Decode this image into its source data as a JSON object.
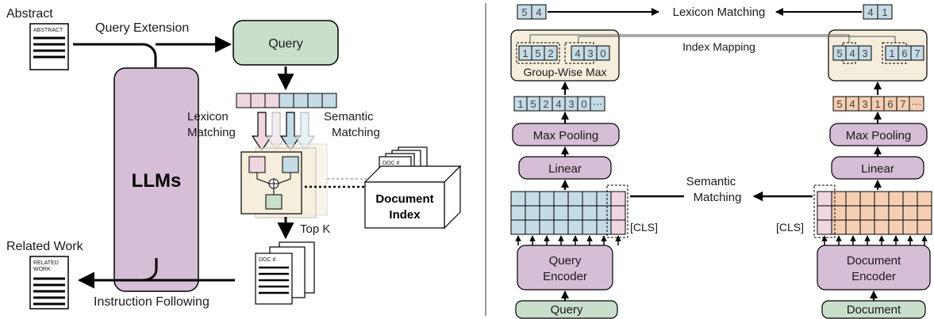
{
  "left": {
    "abstract_label": "Abstract",
    "abstract_doc_text": "ABSTRACT",
    "query_extension_label": "Query Extension",
    "query_label": "Query",
    "llms_label": "LLMs",
    "lexicon_matching_label": [
      "Lexicon",
      "Matching"
    ],
    "semantic_matching_label": [
      "Semantic",
      "Matching"
    ],
    "doc_hash_label": "DOC #",
    "document_index_label": [
      "Document",
      "Index"
    ],
    "top_k_label": "Top K",
    "related_work_label": "Related Work",
    "related_doc_text": [
      "RELATED",
      "WORK"
    ],
    "instruction_following_label": "Instruction Following"
  },
  "right": {
    "query_lexicon_ids": [
      "5",
      "4"
    ],
    "doc_lexicon_ids": [
      "4",
      "1"
    ],
    "lexicon_matching_label": "Lexicon Matching",
    "index_mapping_label": "Index Mapping",
    "query_groups": [
      [
        "1",
        "5",
        "2"
      ],
      [
        "4",
        "3",
        "0"
      ]
    ],
    "doc_groups": [
      [
        "5",
        "4",
        "3"
      ],
      [
        "1",
        "6",
        "7"
      ]
    ],
    "group_wise_max_label": "Group-Wise Max",
    "query_vector": [
      "1",
      "5",
      "2",
      "4",
      "3",
      "0",
      "⋯"
    ],
    "doc_vector": [
      "5",
      "4",
      "3",
      "1",
      "6",
      "7",
      "⋯"
    ],
    "max_pooling_label": "Max Pooling",
    "linear_label": "Linear",
    "semantic_matching_label": [
      "Semantic",
      "Matching"
    ],
    "cls_label": "[CLS]",
    "query_encoder_label": [
      "Query",
      "Encoder"
    ],
    "document_encoder_label": [
      "Document",
      "Encoder"
    ],
    "query_input_label": "Query",
    "document_input_label": "Document"
  },
  "colors": {
    "query_green": "#c9dfcb",
    "llm_purple": "#d6bed6",
    "module_beige": "#f6eedc",
    "query_blue": "#c5dbe6",
    "doc_orange": "#f5ceb3",
    "query_pink": "#efd6e0"
  }
}
